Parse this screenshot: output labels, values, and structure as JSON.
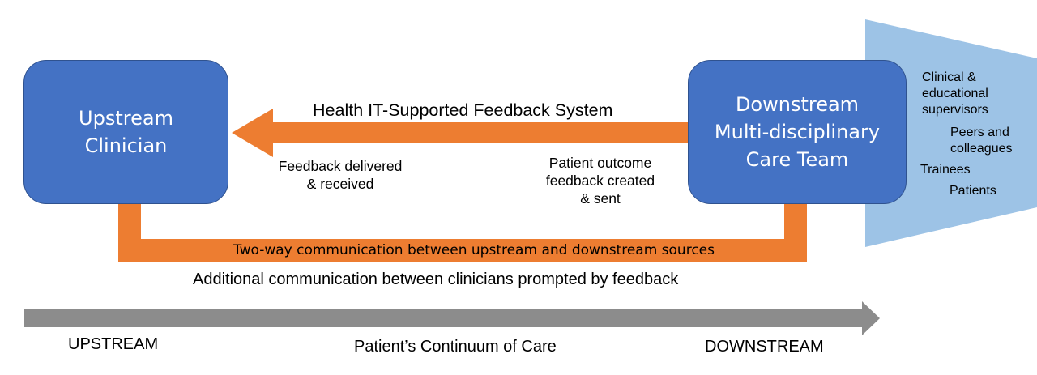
{
  "colors": {
    "box_fill": "#4472c4",
    "box_border": "#2f528f",
    "arrow_orange": "#ed7d31",
    "continuum_gray": "#8c8c8c",
    "stakeholder_fill": "#9dc3e6"
  },
  "upstream_box": {
    "lines": [
      "Upstream",
      "Clinician"
    ]
  },
  "downstream_box": {
    "lines": [
      "Downstream",
      "Multi-disciplinary",
      "Care Team"
    ]
  },
  "feedback_arrow": {
    "label": "Health IT-Supported Feedback System",
    "delivered": [
      "Feedback delivered",
      "& received"
    ],
    "created": [
      "Patient outcome",
      "feedback created",
      "& sent"
    ]
  },
  "two_way": {
    "label": "Two-way communication between upstream and downstream sources",
    "caption": "Additional communication between clinicians prompted by feedback"
  },
  "stakeholders": {
    "supervisors": [
      "Clinical &",
      "educational",
      "supervisors"
    ],
    "peers": [
      "Peers and",
      "colleagues"
    ],
    "trainees": "Trainees",
    "patients": "Patients"
  },
  "continuum": {
    "left": "UPSTREAM",
    "center": "Patient’s Continuum of Care",
    "right": "DOWNSTREAM"
  }
}
